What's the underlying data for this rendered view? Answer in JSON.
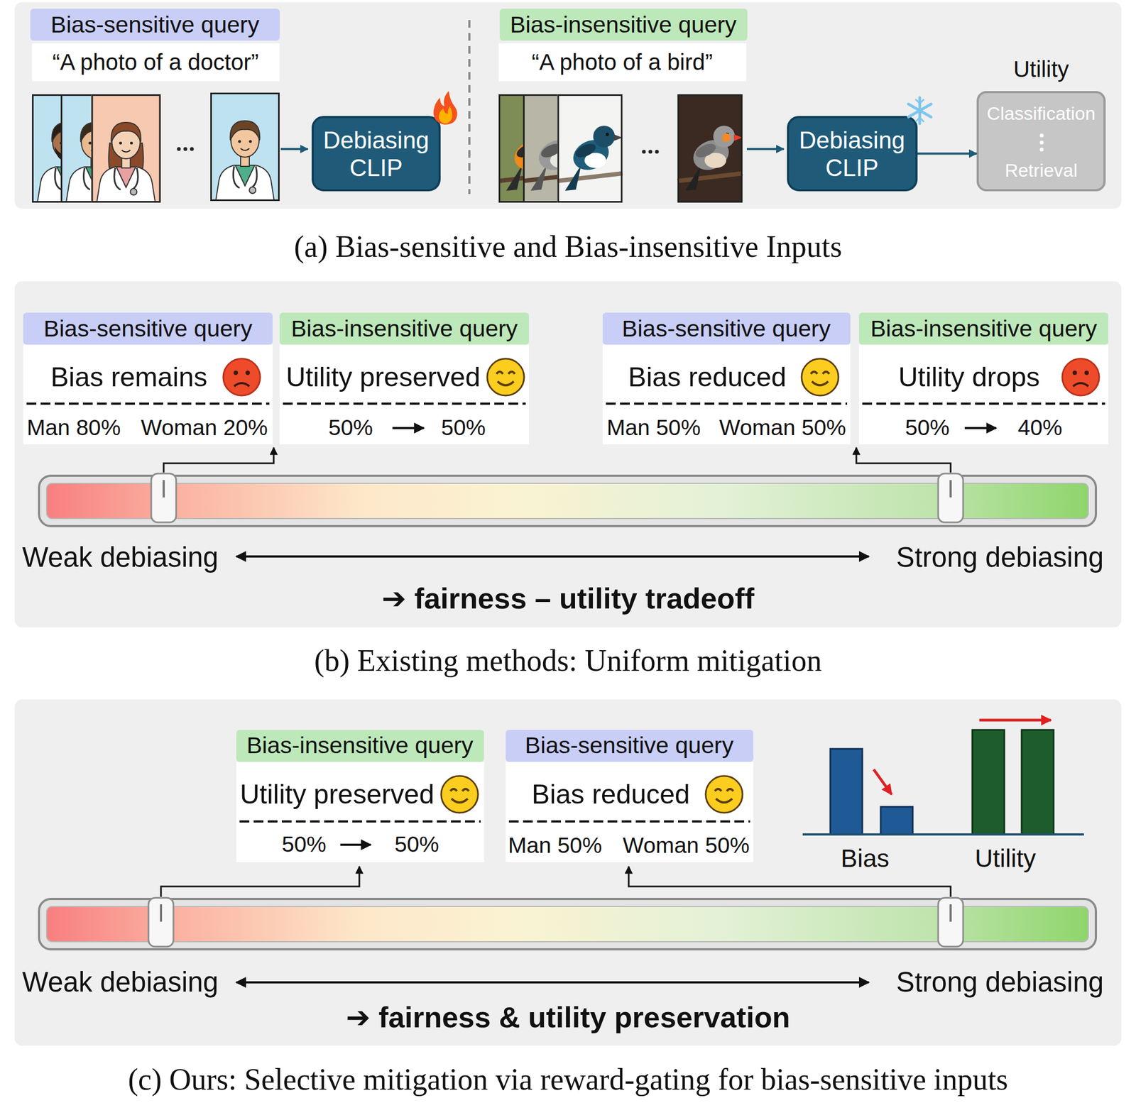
{
  "diagram": {
    "nodes": [
      {
        "text": [
          "Bias-sensitive query"
        ]
      },
      {
        "text": [
          "“A photo of a doctor”"
        ]
      },
      {
        "text": [
          "Debiasing CLIP"
        ]
      },
      {
        "text": [
          "Bias-insensitive query"
        ]
      },
      {
        "text": [
          "“A photo of a bird”"
        ]
      },
      {
        "text": [
          "Debiasing CLIP"
        ]
      },
      {
        "text": [
          "Utility",
          "Classification",
          "Retrieval"
        ]
      },
      {
        "text": [
          "Bias-sensitive query"
        ]
      },
      {
        "text": [
          "Bias remains",
          "Man 80%",
          "Woman 20%"
        ]
      },
      {
        "text": [
          "Bias-insensitive query"
        ]
      },
      {
        "text": [
          "Utility preserved",
          "50%",
          "50%"
        ]
      },
      {
        "text": [
          "Bias-sensitive query"
        ]
      },
      {
        "text": [
          "Bias reduced",
          "Man 50%",
          "Woman 50%"
        ]
      },
      {
        "text": [
          "Bias-insensitive query"
        ]
      },
      {
        "text": [
          "Utility drops",
          "50%",
          "40%"
        ]
      },
      {
        "text": [
          "Bias-insensitive query"
        ]
      },
      {
        "text": [
          "Utility preserved",
          "50%",
          "50%"
        ]
      },
      {
        "text": [
          "Bias-sensitive query"
        ]
      },
      {
        "text": [
          "Bias reduced",
          "Man 50%",
          "Woman 50%"
        ]
      }
    ],
    "edges": [
      {
        "from": 5,
        "to": 6,
        "arrow": "to"
      }
    ],
    "labels": [
      "(a) Bias-sensitive and Bias-insensitive Inputs",
      "Weak debiasing",
      "Strong debiasing",
      "➔ fairness – utility tradeoff",
      "(b) Existing methods: Uniform mitigation",
      "Bias",
      "Utility",
      "Weak debiasing",
      "Strong debiasing",
      "➔ fairness & utility preservation",
      "(c) Ours: Selective mitigation via reward-gating for bias-sensitive inputs"
    ]
  }
}
